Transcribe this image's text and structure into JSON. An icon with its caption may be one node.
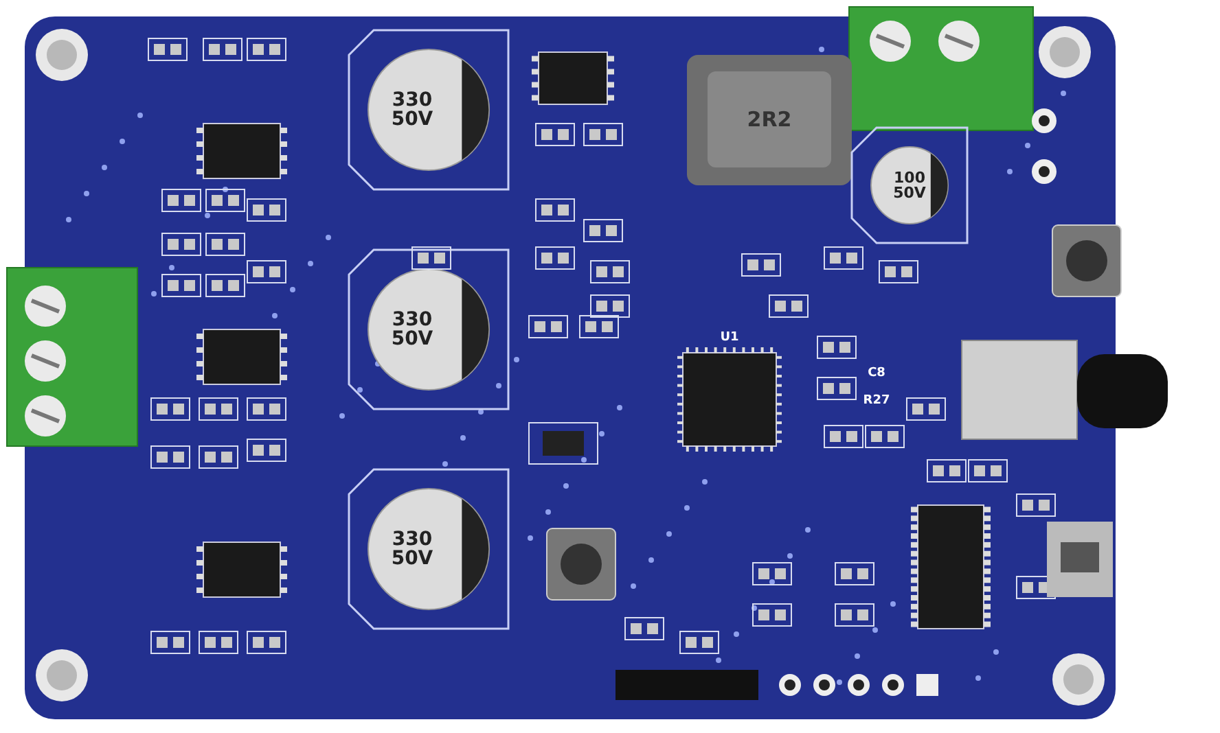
{
  "diagram": {
    "labels": [
      "2R2",
      "100 50V",
      "330 50V",
      "330 50V",
      "U1",
      "C8",
      "R27",
      "330 50V"
    ]
  }
}
